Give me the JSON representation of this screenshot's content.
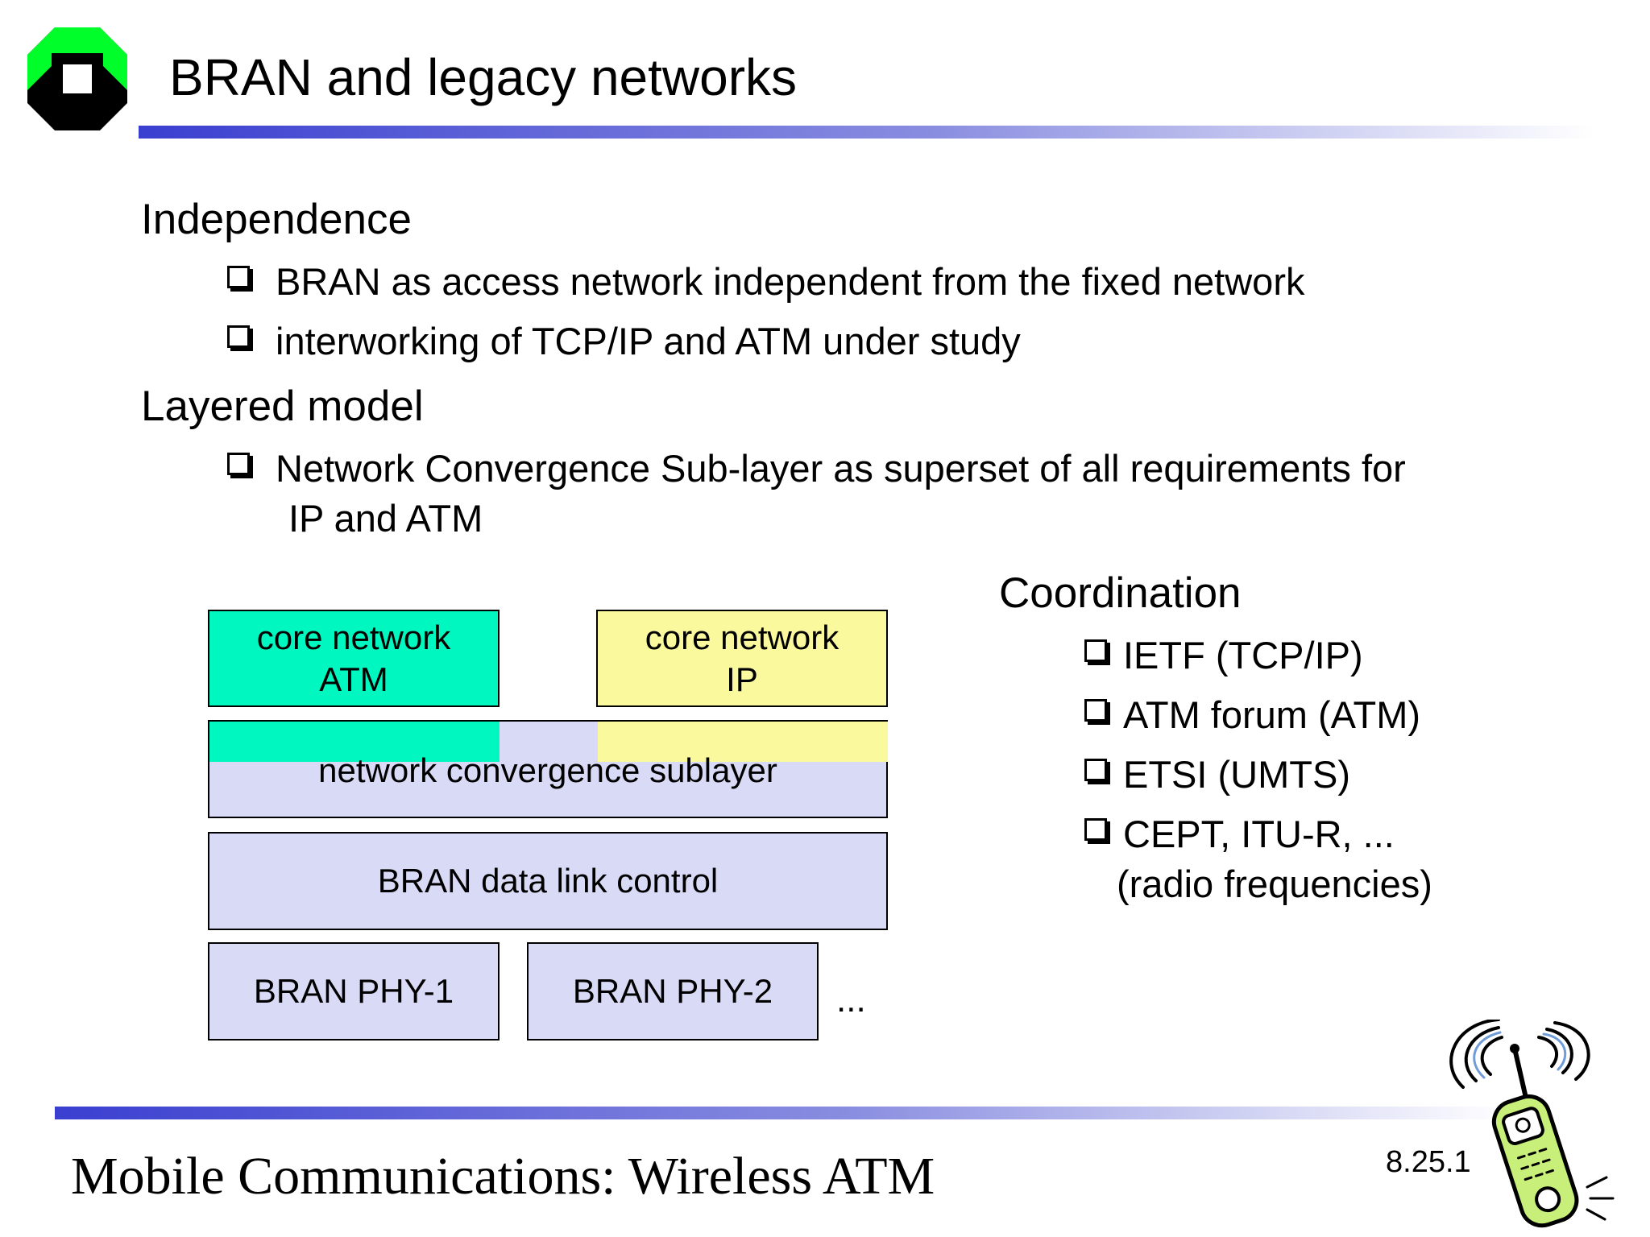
{
  "slide": {
    "title": "BRAN and legacy networks",
    "logo_icon": "university-logo-icon",
    "sections": {
      "independence": {
        "heading": "Independence",
        "bullets": [
          "BRAN as access network independent from the fixed network",
          "interworking of TCP/IP and ATM under study"
        ]
      },
      "layered": {
        "heading": "Layered model",
        "bullet_line1": "Network Convergence Sub-layer as superset of all requirements for",
        "bullet_line2": "IP and ATM"
      },
      "coordination": {
        "heading": "Coordination",
        "bullets": [
          "IETF (TCP/IP)",
          "ATM forum (ATM)",
          "ETSI (UMTS)",
          "CEPT, ITU-R, ..."
        ],
        "last_continuation": "(radio frequencies)"
      }
    },
    "diagram": {
      "core_atm_line1": "core network",
      "core_atm_line2": "ATM",
      "core_ip_line1": "core network",
      "core_ip_line2": "IP",
      "ncs": "network convergence sublayer",
      "dlc": "BRAN data link control",
      "phy1": "BRAN PHY-1",
      "phy2": "BRAN PHY-2",
      "more": "...",
      "colors": {
        "atm": "#00f7c0",
        "ip": "#fbf99e",
        "layer": "#d8daf6"
      }
    },
    "footer": {
      "text": "Mobile Communications: Wireless ATM",
      "page": "8.25.1"
    },
    "decor": {
      "phone_icon": "cell-phone-clipart-icon",
      "bullet_icon": "hollow-square-bullet-icon"
    }
  }
}
